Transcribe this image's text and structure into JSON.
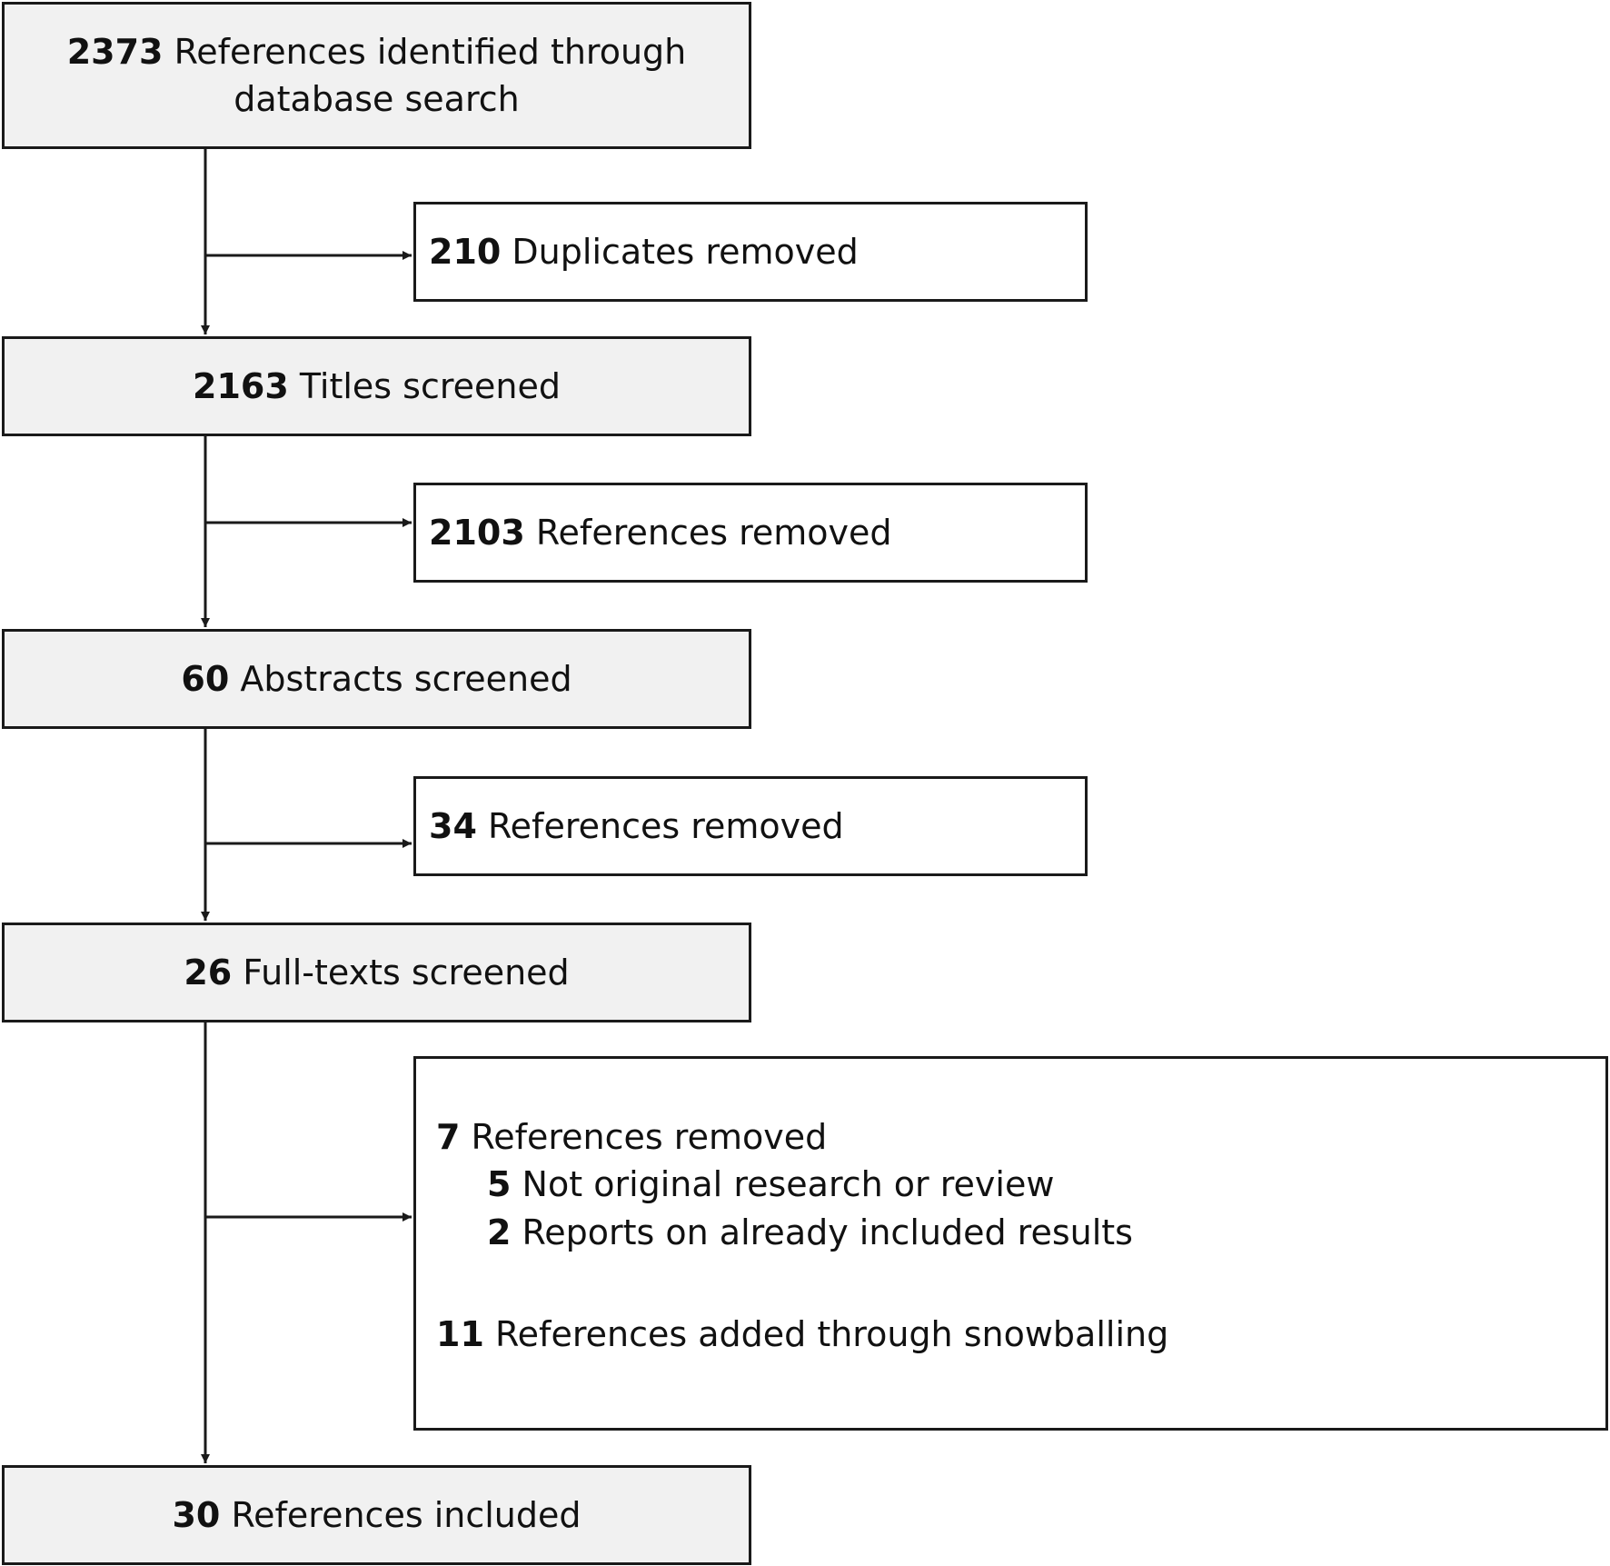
{
  "identified": {
    "count": "2373",
    "text": "References identified through",
    "text2": "database search"
  },
  "duplicates": {
    "count": "210",
    "text": "Duplicates removed"
  },
  "titles": {
    "count": "2163",
    "text": "Titles screened"
  },
  "removed_titles": {
    "count": "2103",
    "text": "References removed"
  },
  "abstracts": {
    "count": "60",
    "text": "Abstracts screened"
  },
  "removed_abstracts": {
    "count": "34",
    "text": "References removed"
  },
  "fulltexts": {
    "count": "26",
    "text": "Full-texts screened"
  },
  "fulltext_removal": {
    "count": "7",
    "text": "References removed",
    "reasons": [
      {
        "count": "5",
        "text": "Not original research or review"
      },
      {
        "count": "2",
        "text": "Reports on already included results"
      }
    ],
    "added": {
      "count": "11",
      "text": "References added through snowballing"
    }
  },
  "included": {
    "count": "30",
    "text": "References included"
  },
  "colors": {
    "main_box_fill": "#f1f1f1",
    "side_box_fill": "#ffffff",
    "line": "#1a1a1a"
  }
}
